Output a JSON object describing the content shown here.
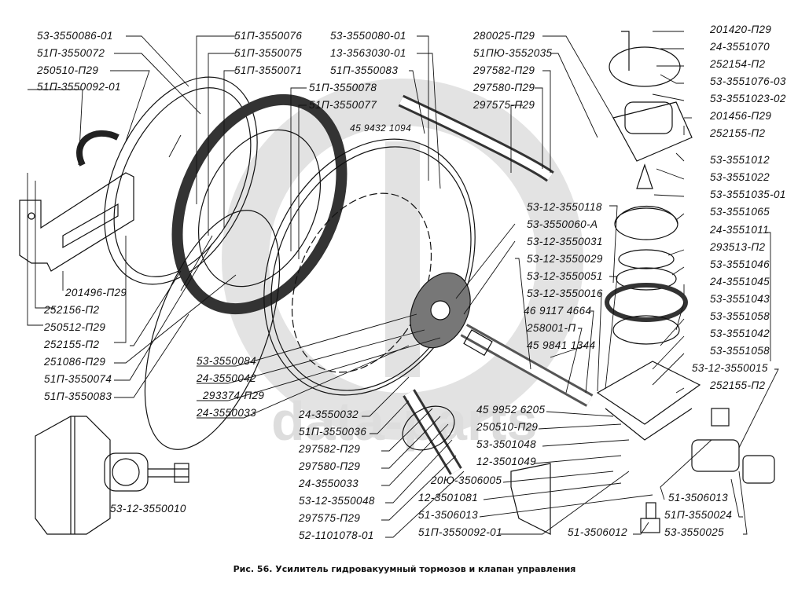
{
  "figure": {
    "caption": "Рис. 56. Усилитель гидровакуумный тормозов и клапан управления",
    "watermark_text": "data-parts",
    "inset_label": "53-12-3550010"
  },
  "labels": {
    "left": [
      "53-3550086-01",
      "51П-3550072",
      "250510-П29",
      "51П-3550092-01",
      "201496-П29",
      "252156-П2",
      "250512-П29",
      "252155-П2",
      "251086-П29",
      "51П-3550074",
      "51П-3550083"
    ],
    "top_center": [
      "51П-3550076",
      "51П-3550075",
      "51П-3550071",
      "51П-3550078",
      "51П-3550077",
      "53-3550080-01",
      "13-3563030-01",
      "51П-3550083",
      "45 9432 1094"
    ],
    "top_right_left": [
      "280025-П29",
      "51ПЮ-3552035",
      "297582-П29",
      "297580-П29",
      "297575-П29"
    ],
    "top_right": [
      "201420-П29",
      "24-3551070",
      "252154-П2",
      "53-3551076-03",
      "53-3551023-02",
      "201456-П29",
      "252155-П2",
      "53-3551012",
      "53-3551022",
      "53-3551035-01",
      "53-3551065",
      "24-3551011",
      "293513-П2",
      "53-3551046",
      "24-3551045",
      "53-3551043",
      "53-3551058",
      "53-3551042",
      "53-3551058",
      "53-12-3550015",
      "252155-П2"
    ],
    "middle": [
      "53-12-3550118",
      "53-3550060-А",
      "53-12-3550031",
      "53-12-3550029",
      "53-12-3550051",
      "53-12-3550016",
      "46 9117 4664",
      "258001-П",
      "45 9841 1344"
    ],
    "bottom_center_left": [
      "53-3550084",
      "24-3550042",
      "293374-П29",
      "24-3550033"
    ],
    "bottom_center": [
      "24-3550032",
      "51П-3550036",
      "297582-П29",
      "297580-П29",
      "24-3550033",
      "53-12-3550048",
      "297575-П29",
      "52-1101078-01"
    ],
    "bottom_right_left": [
      "45 9952 6205",
      "250510-П29",
      "53-3501048",
      "12-3501049",
      "20Ю-3506005",
      "12-3501081",
      "51-3506013",
      "51П-3550092-01"
    ],
    "bottom_right": [
      "51-3506012",
      "51-3506013",
      "51П-3550024",
      "53-3550025"
    ]
  }
}
